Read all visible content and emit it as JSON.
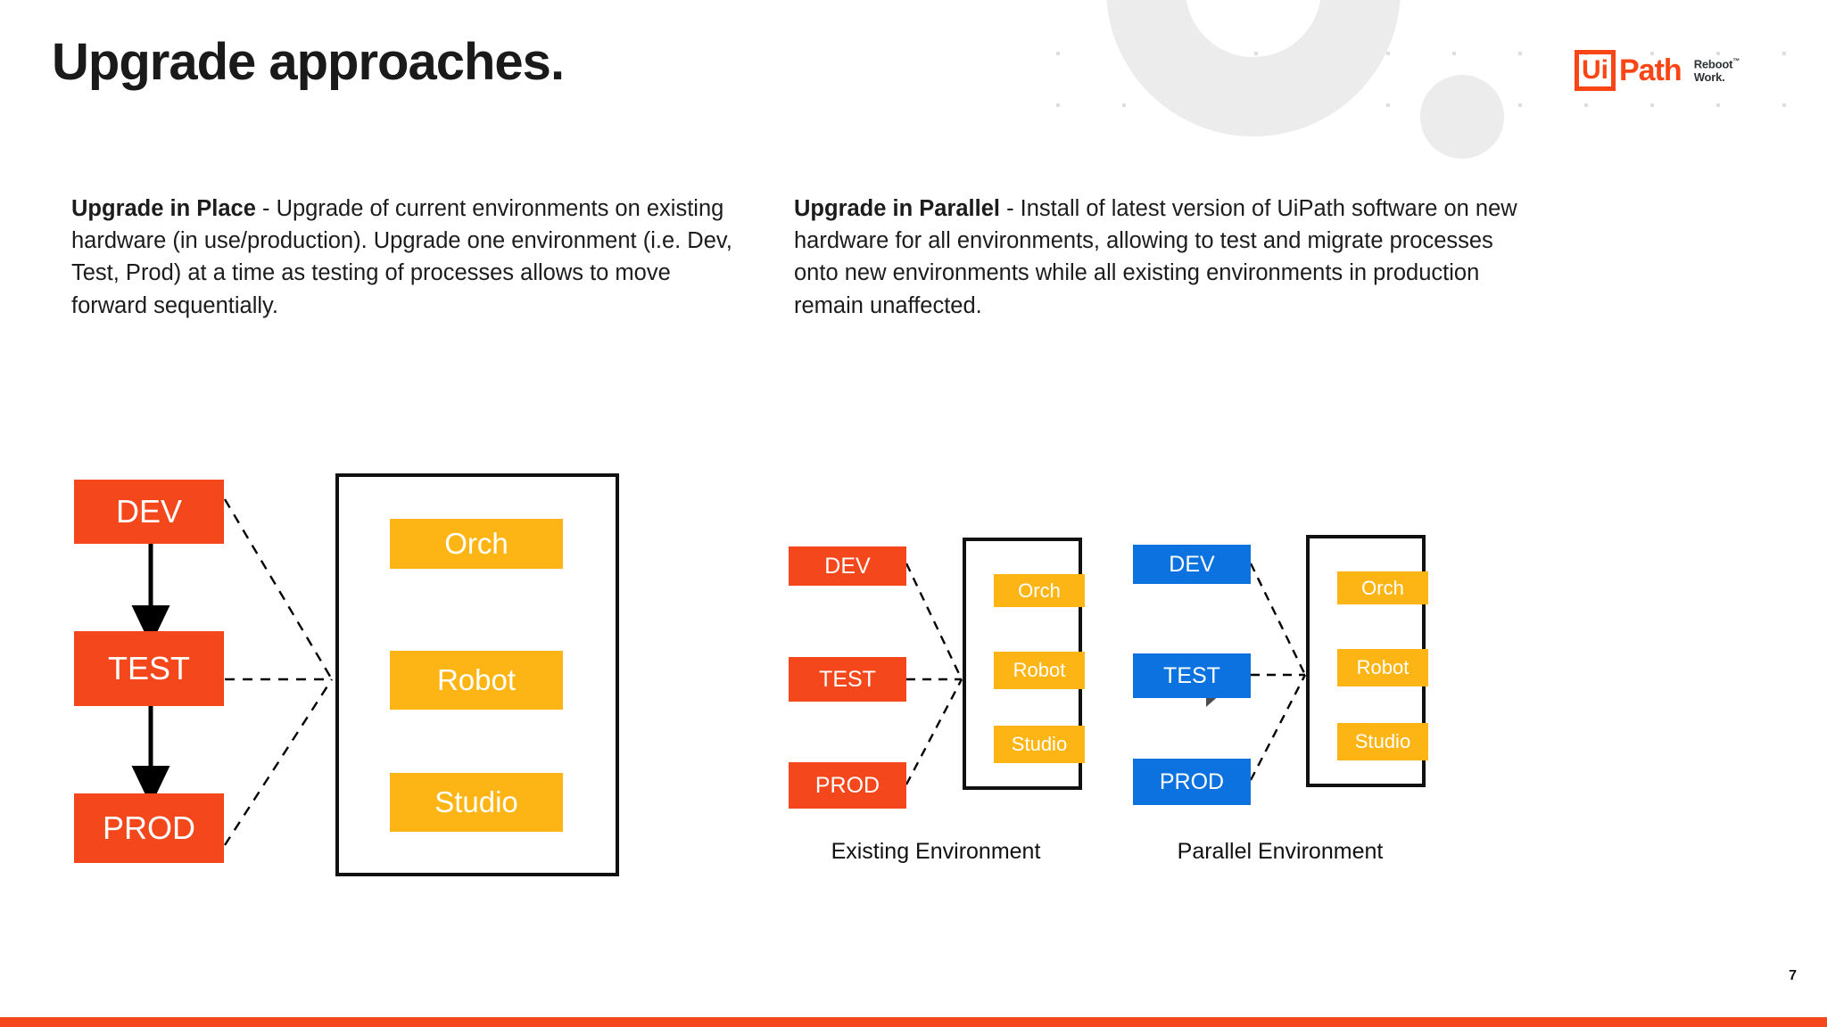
{
  "slide": {
    "title": "Upgrade approaches.",
    "page_number": "7",
    "accent_color": "#F4471C",
    "amber_color": "#FDB515",
    "blue_color": "#0B72E0",
    "arrow_grey": "#4D4D4D",
    "deco_grey": "#ECECEC"
  },
  "logo": {
    "mark_text": "Ui",
    "word": "Path",
    "tagline_line1": "Reboot",
    "tagline_line2": "Work.",
    "trademark": "™"
  },
  "columns": {
    "left": {
      "heading": "Upgrade in Place",
      "body": " - Upgrade of current environments on existing hardware (in use/production). Upgrade one environment (i.e. Dev, Test, Prod) at a time as testing of processes allows to move forward sequentially."
    },
    "right": {
      "heading": "Upgrade in Parallel",
      "body": " - Install of latest version of UiPath software on new hardware for all environments, allowing to test and migrate processes onto new environments while all existing environments in production remain unaffected."
    }
  },
  "diagram_in_place": {
    "environments": [
      "DEV",
      "TEST",
      "PROD"
    ],
    "components": [
      "Orch",
      "Robot",
      "Studio"
    ],
    "env_color": "#F4471C",
    "component_color": "#FDB515",
    "env_flow": "sequential",
    "connector_style": "dashed"
  },
  "diagram_parallel": {
    "existing": {
      "caption": "Existing Environment",
      "environments": [
        "DEV",
        "TEST",
        "PROD"
      ],
      "components": [
        "Orch",
        "Robot",
        "Studio"
      ],
      "env_color": "#F4471C",
      "component_color": "#FDB515"
    },
    "parallel": {
      "caption": "Parallel Environment",
      "environments": [
        "DEV",
        "TEST",
        "PROD"
      ],
      "components": [
        "Orch",
        "Robot",
        "Studio"
      ],
      "env_color": "#0B72E0",
      "component_color": "#FDB515"
    },
    "transition_arrow": "migrate-arrow"
  }
}
